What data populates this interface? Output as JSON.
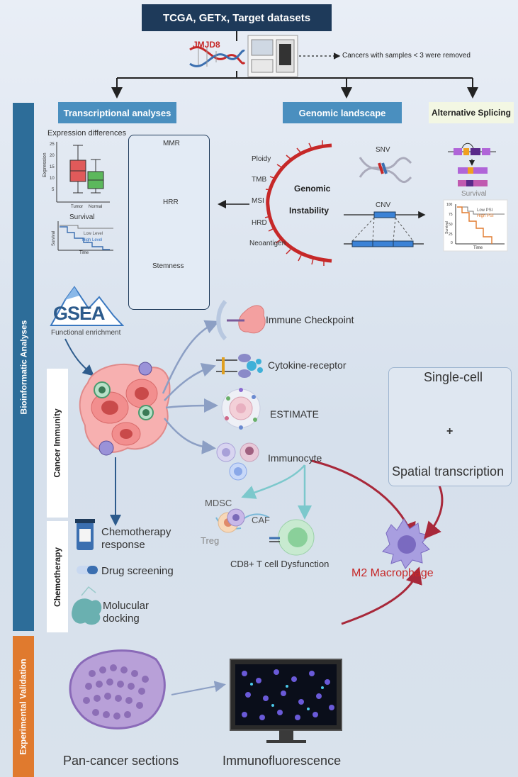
{
  "top_header": "TCGA, GETx, Target datasets",
  "gene_label": "JMJD8",
  "filter_note": "Cancers with samples < 3 were removed",
  "sections": {
    "transcriptional": "Transcriptional analyses",
    "genomic": "Genomic landscape",
    "splicing": "Alternative Splicing"
  },
  "side_labels": {
    "bioinformatic": "Bioinformatic Analyses",
    "cancer_immunity": "Cancer Immunity",
    "chemotherapy": "Chemotherapy",
    "experimental": "Experimental Validation"
  },
  "expression": {
    "title": "Expression differences",
    "ylabel": "Expression",
    "yticks": [
      "25",
      "20",
      "15",
      "10",
      "5"
    ],
    "groups": [
      "Tumor",
      "Normal"
    ]
  },
  "survival": {
    "title": "Survival",
    "ylabel": "Survival",
    "xlabel": "Time",
    "low": "Low Level",
    "high": "High Level"
  },
  "gsea": {
    "logo": "GSEA",
    "caption": "Functional enrichment"
  },
  "repair_panel": {
    "mmr": "MMR",
    "hrr": "HRR",
    "stemness": "Stemness"
  },
  "genomic_items": [
    "Ploidy",
    "TMB",
    "MSI",
    "HRD",
    "Neoantigen"
  ],
  "genomic_instability": [
    "Genomic",
    "Instability"
  ],
  "snv": "SNV",
  "cnv": "CNV",
  "splicing_survival": {
    "title": "Survival",
    "ylabel": "Survival",
    "xlabel": "Time",
    "low": "Low PSI",
    "high": "High PSI",
    "yticks": [
      "100",
      "75",
      "50",
      "25",
      "0"
    ]
  },
  "immunity_items": [
    "Immune Checkpoint",
    "Cytokine-receptor",
    "ESTIMATE",
    "Immunocyte"
  ],
  "immunocyte_types": {
    "mdsc": "MDSC",
    "caf": "CAF",
    "treg": "Treg",
    "cd8": "CD8+ T cell Dysfunction"
  },
  "single_cell": {
    "title": "Single-cell",
    "plus": "+",
    "spatial": "Spatial transcription"
  },
  "m2": "M2 Macrophage",
  "chemo_items": {
    "response_line1": "Chemotherapy",
    "response_line2": "response",
    "screening": "Drug screening",
    "docking_line1": "Molucular",
    "docking_line2": "docking"
  },
  "validation": {
    "sections": "Pan-cancer sections",
    "if": "Immunofluorescence"
  },
  "colors": {
    "navy": "#1e3a5a",
    "blue": "#2d6d99",
    "teal_header": "#4a8fbf",
    "orange": "#e07a2e",
    "red": "#c62828",
    "m2_purple": "#8a7fcc"
  }
}
